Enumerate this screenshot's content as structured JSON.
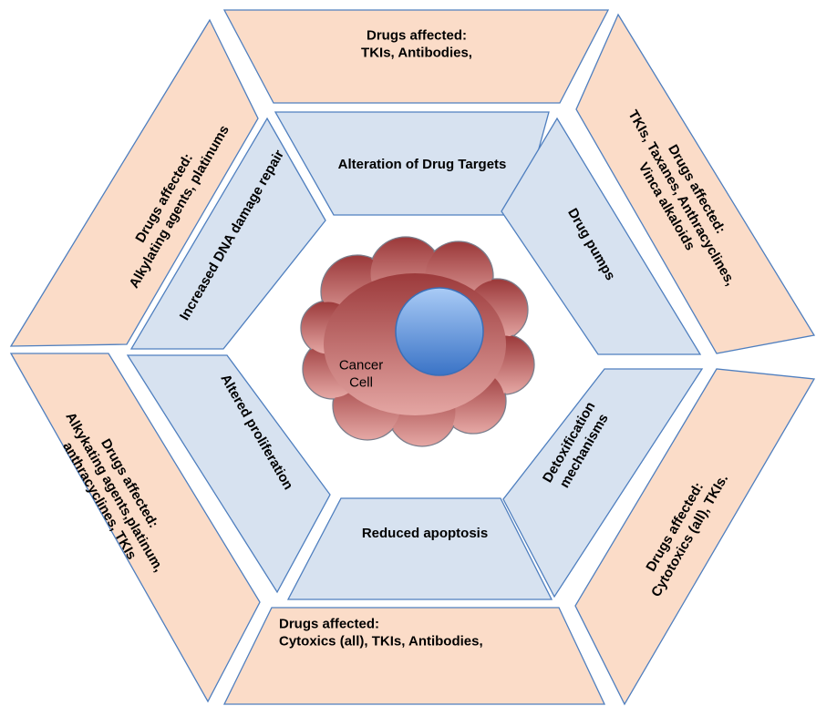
{
  "center": {
    "label_lines": [
      "Cancer",
      "Cell"
    ],
    "cloud_color_top": "#9c3a3b",
    "cloud_color_bottom": "#e4a6a3",
    "nucleus_color_top": "#a9cbf6",
    "nucleus_color_bottom": "#3a73c6"
  },
  "palette": {
    "outer_fill": "#fbdcc8",
    "inner_fill": "#d7e2f0",
    "stroke": "#4f7fbf"
  },
  "mechanisms": [
    {
      "id": "top",
      "label_lines": [
        "Alteration of Drug Targets"
      ]
    },
    {
      "id": "top-right",
      "label_lines": [
        "Drug pumps"
      ]
    },
    {
      "id": "bottom-right",
      "label_lines": [
        "Detoxification",
        "mechanisms"
      ]
    },
    {
      "id": "bottom",
      "label_lines": [
        "Reduced apoptosis"
      ]
    },
    {
      "id": "bottom-left",
      "label_lines": [
        "Altered proliferation"
      ]
    },
    {
      "id": "top-left",
      "label_lines": [
        "Increased DNA damage repair"
      ]
    }
  ],
  "drugs": [
    {
      "id": "top",
      "label_lines": [
        "Drugs affected:",
        "TKIs, Antibodies,"
      ]
    },
    {
      "id": "top-right",
      "label_lines": [
        "Drugs affected:",
        "TKIs, Taxanes, Anthracyclines,",
        "Vinca alkaloids"
      ]
    },
    {
      "id": "bottom-right",
      "label_lines": [
        "Drugs affected:",
        "Cytotoxics (all), TKIs."
      ]
    },
    {
      "id": "bottom",
      "label_lines": [
        "Drugs affected:",
        "Cytoxics (all), TKIs, Antibodies,"
      ]
    },
    {
      "id": "bottom-left",
      "label_lines": [
        "Drugs affected:",
        "Alkykating agents,platinum,",
        "anthracyclines, TKIs"
      ]
    },
    {
      "id": "top-left",
      "label_lines": [
        "Drugs affected:",
        "Alkylating agents, platinums"
      ]
    }
  ]
}
